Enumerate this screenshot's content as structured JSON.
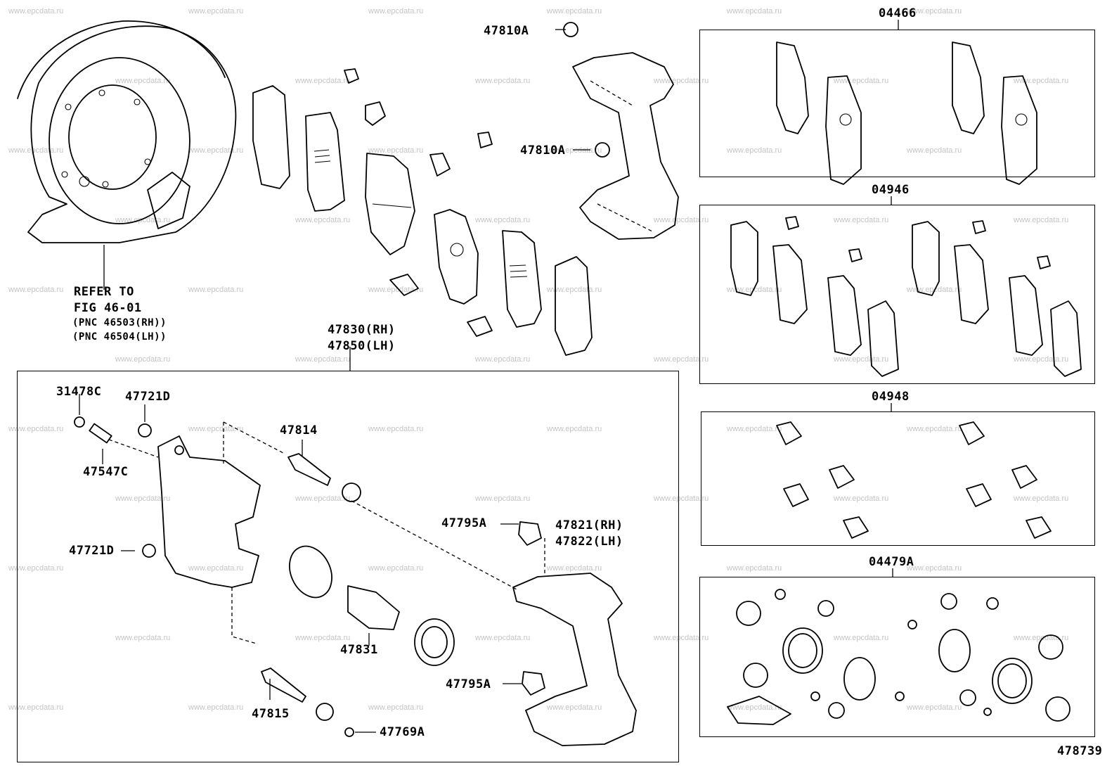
{
  "labels": {
    "shield_note": [
      "REFER TO",
      "FIG 46-01",
      "(PNC 46503(RH))",
      "(PNC 46504(LH))"
    ],
    "p47810a_top": "47810A",
    "p47810a_mid": "47810A",
    "p47830": "47830(RH)",
    "p47850": "47850(LH)",
    "p31478c": "31478C",
    "p47721d_top": "47721D",
    "p47547c": "47547C",
    "p47721d_left": "47721D",
    "p47814": "47814",
    "p47795a_top": "47795A",
    "p47821": "47821(RH)",
    "p47822": "47822(LH)",
    "p47831": "47831",
    "p47795a_bottom": "47795A",
    "p47815": "47815",
    "p47769a": "47769A",
    "kit_04466": "04466",
    "kit_04946": "04946",
    "kit_04948": "04948",
    "kit_04479a": "04479A",
    "figure_id": "478739"
  },
  "watermark": "www.epcdata.ru"
}
